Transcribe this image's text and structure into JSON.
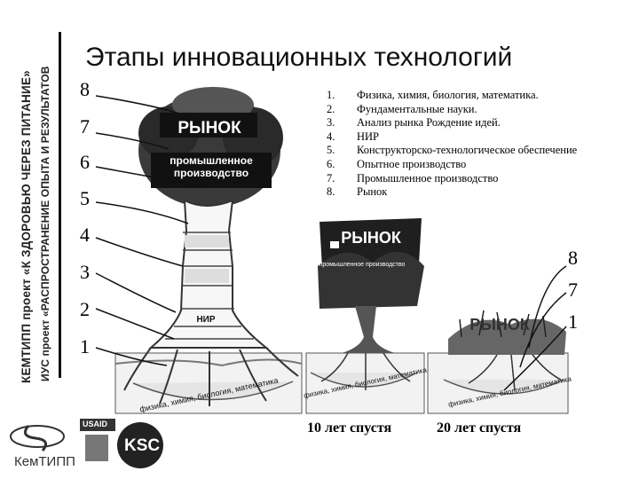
{
  "title": "Этапы инновационных технологий",
  "vertical_texts": {
    "project": "КЕМТИПП проект «К ЗДОРОВЬЮ ЧЕРЕЗ ПИТАНИЕ»",
    "ius": "ИУС проект «РАСПРОСТРАНЕНИЕ ОПЫТА И РЕЗУЛЬТАТОВ"
  },
  "big_tree_numbers": [
    "8",
    "7",
    "6",
    "5",
    "4",
    "3",
    "2",
    "1"
  ],
  "right_numbers": [
    "8",
    "7",
    "1"
  ],
  "stages": [
    {
      "n": "1.",
      "text": "Физика, химия, биология, математика."
    },
    {
      "n": "2.",
      "text": "Фундаментальные науки."
    },
    {
      "n": "3.",
      "text": "Анализ рынка Рождение идей."
    },
    {
      "n": "4.",
      "text": "НИР"
    },
    {
      "n": "5.",
      "text": "Конструкторско-технологическое обеспечение"
    },
    {
      "n": "6.",
      "text": "Опытное производство"
    },
    {
      "n": "7.",
      "text": "Промышленное производство"
    },
    {
      "n": "8.",
      "text": "Рынок"
    }
  ],
  "tree_labels": {
    "market": "РЫНОК",
    "industrial": "промышленное производство",
    "nir": "НИР",
    "roots": "физика, химия, биология, математика",
    "market2": "РЫНОК",
    "industrial2": "промышленное производство",
    "market3": "РЫНОК"
  },
  "captions": {
    "ten_years": "10 лет спустя",
    "twenty_years": "20 лет спустя"
  },
  "logos": {
    "kemtipp": "КемТИПП",
    "usaid": "USAID",
    "ksc": "KSC"
  }
}
